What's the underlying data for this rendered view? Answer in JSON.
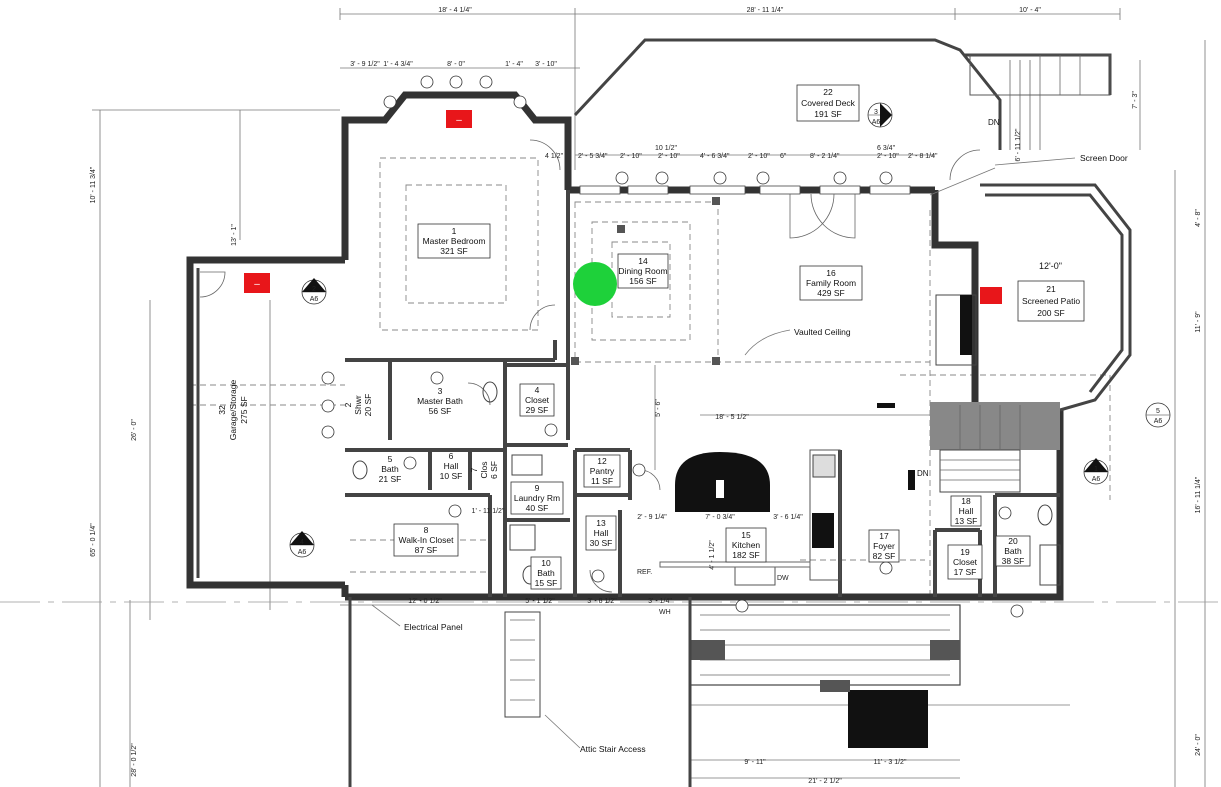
{
  "colors": {
    "marker_red": "#e8161a",
    "marker_green": "#1ed13a",
    "wall": "#333333",
    "paper": "#ffffff"
  },
  "rooms": [
    {
      "id": "1",
      "name": "Master Bedroom",
      "area": "321 SF"
    },
    {
      "id": "2",
      "name": "Shwr",
      "area": "20 SF"
    },
    {
      "id": "3",
      "name": "Master Bath",
      "area": "56 SF"
    },
    {
      "id": "4",
      "name": "Closet",
      "area": "29 SF"
    },
    {
      "id": "5",
      "name": "Bath",
      "area": "21 SF"
    },
    {
      "id": "6",
      "name": "Hall",
      "area": "10 SF"
    },
    {
      "id": "7",
      "name": "Clos",
      "area": "6 SF"
    },
    {
      "id": "8",
      "name": "Walk-In Closet",
      "area": "87 SF"
    },
    {
      "id": "9",
      "name": "Laundry Rm",
      "area": "40 SF"
    },
    {
      "id": "10",
      "name": "Bath",
      "area": "15 SF"
    },
    {
      "id": "12",
      "name": "Pantry",
      "area": "11 SF"
    },
    {
      "id": "13",
      "name": "Hall",
      "area": "30 SF"
    },
    {
      "id": "14",
      "name": "Dining Room",
      "area": "156 SF"
    },
    {
      "id": "15",
      "name": "Kitchen",
      "area": "182 SF"
    },
    {
      "id": "16",
      "name": "Family Room",
      "area": "429 SF"
    },
    {
      "id": "17",
      "name": "Foyer",
      "area": "82 SF"
    },
    {
      "id": "18",
      "name": "Hall",
      "area": "13 SF"
    },
    {
      "id": "19",
      "name": "Closet",
      "area": "17 SF"
    },
    {
      "id": "20",
      "name": "Bath",
      "area": "38 SF"
    },
    {
      "id": "21",
      "name": "Screened Patio",
      "area": "200 SF"
    },
    {
      "id": "22",
      "name": "Covered Deck",
      "area": "191 SF"
    },
    {
      "id": "32",
      "name": "Garage/Storage",
      "area": "275 SF"
    }
  ],
  "annotations": {
    "screen_door": "Screen Door",
    "vaulted_ceiling": "Vaulted Ceiling",
    "electrical_panel": "Electrical Panel",
    "attic_stair_access": "Attic Stair Access",
    "dn": "DN",
    "dn2": "DN",
    "patio_width": "12'-0\"",
    "dw": "DW",
    "ref": "REF.",
    "wh": "WH"
  },
  "dimensions": {
    "top": [
      "18' - 4 1/4\"",
      "28' - 11 1/4\"",
      "10' - 4\""
    ],
    "top_row2": [
      "3' - 9 1/2\"",
      "1' - 4 3/4\"",
      "8' - 0\"",
      "1' - 4\"",
      "3' - 10\""
    ],
    "deck_row": [
      "4 1/2\"",
      "2' - 5 3/4\"",
      "2' - 10\"",
      "10 1/2\"",
      "2' - 10\"",
      "4' - 6 3/4\"",
      "2' - 10\"",
      "6\"",
      "8' - 2 1/4\"",
      "2' - 10\"",
      "6 3/4\"",
      "2' - 8 1/4\""
    ],
    "left": [
      "10' - 11 3/4\"",
      "13' - 1\"",
      "26' - 0\"",
      "65' - 0 1/4\"",
      "28' - 0 1/2\""
    ],
    "right": [
      "7' - 3\"",
      "6' - 11 1/2\"",
      "4' - 8\"",
      "11' - 9\"",
      "16' - 11 1/4\"",
      "24' - 0\""
    ],
    "bottom": [
      "12' - 0 1/2\"",
      "5' - 1 1/2\"",
      "3' - 8 1/2\"",
      "3' - 1/4\"",
      "9' - 11\"",
      "11' - 3 1/2\"",
      "21' - 2 1/2\""
    ],
    "misc": [
      "18' - 5 1/2\"",
      "5' - 6\"",
      "7' - 0 3/4\"",
      "3' - 6 1/4\"",
      "2' - 9 1/4\"",
      "4' - 1 1/2\"",
      "1' - 11 1/2\""
    ]
  },
  "section_markers": [
    {
      "num": "2",
      "sheet": "A6"
    },
    {
      "num": "3",
      "sheet": "A6"
    },
    {
      "num": "4",
      "sheet": "A6"
    },
    {
      "num": "5",
      "sheet": "A6"
    },
    {
      "num": "1",
      "sheet": "A6"
    }
  ],
  "markers": [
    {
      "kind": "red-square",
      "symbol": "–"
    },
    {
      "kind": "red-square",
      "symbol": "–"
    },
    {
      "kind": "red-square",
      "symbol": ""
    },
    {
      "kind": "green-circle",
      "symbol": ""
    }
  ]
}
